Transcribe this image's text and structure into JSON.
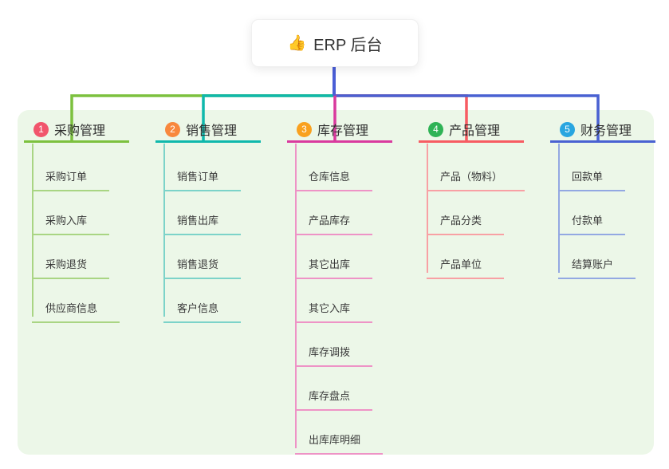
{
  "root": {
    "icon": "👍",
    "title": "ERP 后台"
  },
  "branches": [
    {
      "num": "1",
      "title": "采购管理",
      "badge_color": "#f1556c",
      "line_color": "#7cc13e",
      "child_line_color": "#a9d583",
      "children": [
        "采购订单",
        "采购入库",
        "采购退货",
        "供应商信息"
      ]
    },
    {
      "num": "2",
      "title": "销售管理",
      "badge_color": "#f8883d",
      "line_color": "#0fb8ac",
      "child_line_color": "#7cd3c9",
      "children": [
        "销售订单",
        "销售出库",
        "销售退货",
        "客户信息"
      ]
    },
    {
      "num": "3",
      "title": "库存管理",
      "badge_color": "#f9a11f",
      "line_color": "#d93a9e",
      "child_line_color": "#ee93c6",
      "children": [
        "仓库信息",
        "产品库存",
        "其它出库",
        "其它入库",
        "库存调拨",
        "库存盘点",
        "出库库明细"
      ]
    },
    {
      "num": "4",
      "title": "产品管理",
      "badge_color": "#2fb356",
      "line_color": "#f75c62",
      "child_line_color": "#f8a0a4",
      "children": [
        "产品（物料）",
        "产品分类",
        "产品单位"
      ]
    },
    {
      "num": "5",
      "title": "财务管理",
      "badge_color": "#29a6e0",
      "line_color": "#4961d2",
      "child_line_color": "#93a8e2",
      "children": [
        "回款单",
        "付款单",
        "结算账户"
      ]
    }
  ],
  "colors": {
    "root_connector": "#4a5ed6",
    "panel_bg": "#ecf7e8"
  }
}
